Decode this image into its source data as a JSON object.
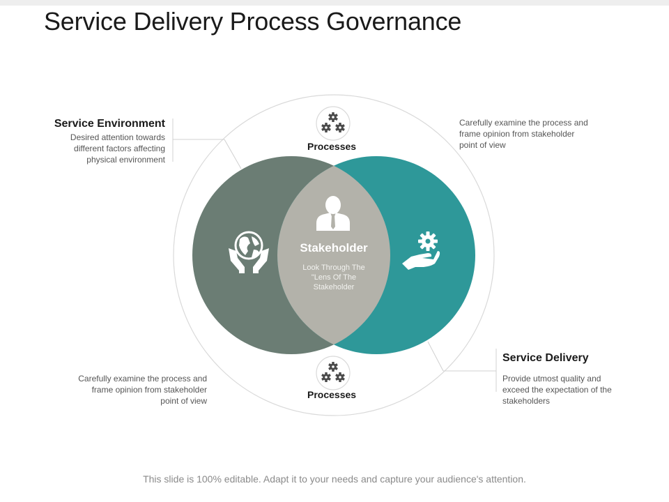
{
  "slide": {
    "title": "Service Delivery Process Governance",
    "footer": "This slide is 100% editable. Adapt it to your needs and capture your audience's attention."
  },
  "colors": {
    "left_circle": "#6b7d74",
    "right_circle": "#2e9899",
    "overlap": "#b3b2aa",
    "outline": "#d9d9d9",
    "icon_dark": "#4a4a4a"
  },
  "center": {
    "title": "Stakeholder",
    "description": "Look Through The \"Lens Of The Stakeholder",
    "icon": "person-icon"
  },
  "left_icon": "globe-in-hands-icon",
  "right_icon": "gear-in-hand-icon",
  "top_process": {
    "label": "Processes",
    "icon": "gears-icon"
  },
  "bottom_process": {
    "label": "Processes",
    "icon": "gears-icon"
  },
  "service_environment": {
    "title": "Service Environment",
    "description": "Desired attention towards different factors affecting physical environment"
  },
  "top_right_note": {
    "description": "Carefully examine the process and frame opinion from stakeholder point of view"
  },
  "bottom_left_note": {
    "description": "Carefully examine the process and frame opinion from stakeholder point of view"
  },
  "service_delivery": {
    "title": "Service Delivery",
    "description": "Provide utmost quality and exceed the expectation of the stakeholders"
  }
}
